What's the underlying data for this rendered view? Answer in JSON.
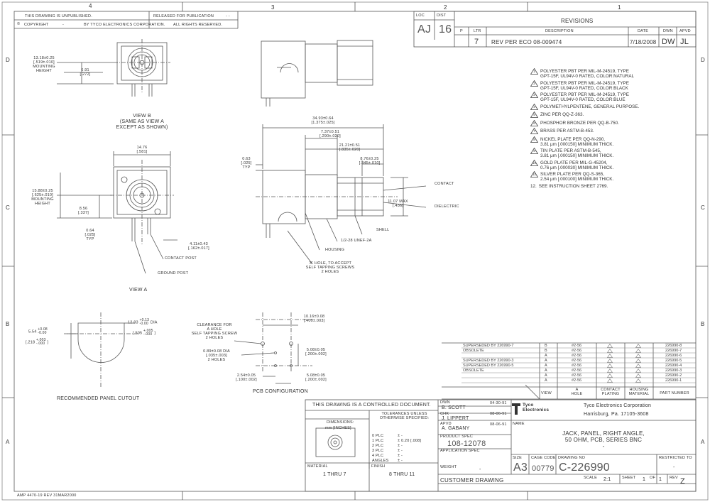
{
  "zones_top": [
    "4",
    "3",
    "2",
    "1"
  ],
  "zones_side": [
    "D",
    "C",
    "B",
    "A"
  ],
  "header": {
    "unpublished": "THIS DRAWING IS UNPUBLISHED.",
    "released": "RELEASED FOR PUBLICATION",
    "release_mark": "- -",
    "copyright": "COPYRIGHT",
    "copyright_dash": "-",
    "by_tyco": "BY TYCO ELECTRONICS CORPORATION.",
    "rights": "ALL RIGHTS RESERVED."
  },
  "revisions": {
    "loc_label": "LOC",
    "dist_label": "DIST",
    "loc": "AJ",
    "dist": "16",
    "title": "REVISIONS",
    "cols": [
      "P",
      "LTR",
      "DESCRIPTION",
      "DATE",
      "DWN",
      "APVD"
    ],
    "rows": [
      {
        "ltr": "7",
        "description": "REV PER ECO 08-009474",
        "date": "7/18/2008",
        "dwn": "DW",
        "apvd": "JL"
      }
    ]
  },
  "notes": [
    {
      "num": "1",
      "flag": true,
      "text": [
        "POLYESTER PBT PER MIL-M-24519, TYPE",
        "GPT-15F, UL94V-0 RATED, COLOR:NATURAL"
      ]
    },
    {
      "num": "2",
      "flag": true,
      "text": [
        "POLYESTER PBT PER MIL-M-24519, TYPE",
        "GPT-15F, UL94V-0 RATED, COLOR:BLACK"
      ]
    },
    {
      "num": "3",
      "flag": true,
      "text": [
        "POLYESTER PBT PER MIL-M-24519, TYPE",
        "GPT-15F, UL94V-0 RATED, COLOR:BLUE"
      ]
    },
    {
      "num": "4",
      "flag": true,
      "text": [
        "POLYMETHYLPENTENE, GENERAL PURPOSE."
      ]
    },
    {
      "num": "5",
      "flag": true,
      "text": [
        "ZINC PER QQ-Z-363."
      ]
    },
    {
      "num": "6",
      "flag": true,
      "text": [
        "PHOSPHOR BRONZE PER QQ-B-750."
      ]
    },
    {
      "num": "7",
      "flag": true,
      "text": [
        "BRASS PER ASTM-B-453."
      ]
    },
    {
      "num": "8",
      "flag": true,
      "text": [
        "NICKEL PLATE PER QQ-N-290,",
        "3.81 μm [.000150] MINIMUM THICK."
      ]
    },
    {
      "num": "9",
      "flag": true,
      "text": [
        "TIN PLATE PER ASTM-B-545,",
        "3.81 μm [.000150] MINIMUM THICK."
      ]
    },
    {
      "num": "10",
      "flag": true,
      "text": [
        "GOLD PLATE PER MIL-G-45204,",
        "0.76 μm [.000030] MINIMUM THICK."
      ]
    },
    {
      "num": "11",
      "flag": true,
      "text": [
        "SILVER PLATE PER QQ-S-365,",
        "2.54 μm [.000100] MINIMUM THICK."
      ]
    },
    {
      "num": "12.",
      "flag": false,
      "text": [
        "SEE INSTRUCTION SHEET 2769."
      ]
    }
  ],
  "views": {
    "view_b": "VIEW B",
    "view_b_sub1": "(SAME AS VIEW A",
    "view_b_sub2": "EXCEPT AS SHOWN)",
    "view_a": "VIEW A",
    "panel": "RECOMMENDED PANEL CUTOUT",
    "pcb": "PCB CONFIGURATION"
  },
  "dims": {
    "b_height1": "13.18±0.25",
    "b_height2": "[.519±.010]",
    "b_height3": "MOUNTING",
    "b_height4": "HEIGHT",
    "b_off1": "6.91",
    "b_off2": "[.272]",
    "a_width1": "14.76",
    "a_width2": "[.581]",
    "a_height1": "15.88±0.25",
    "a_height2": "[.625±.010]",
    "a_height3": "MOUNTING",
    "a_height4": "HEIGHT",
    "a_off1": "8.56",
    "a_off2": "[.337]",
    "a_pin1": "0.64",
    "a_pin2": "[.025]",
    "a_pin3": "TYP",
    "a_tail1": "4.11±0.43",
    "a_tail2": "[.162±.017]",
    "contact_post": "CONTACT POST",
    "ground_post": "GROUND POST",
    "side_len1": "34.93±0.64",
    "side_len2": "[1.375±.025]",
    "side_l2a": "7.37±0.51",
    "side_l2b": "[.290±.020]",
    "side_l3a": "21.21±0.51",
    "side_l3b": "[.835±.020]",
    "side_l4a": "8.76±0.25",
    "side_l4b": "[.345±.010]",
    "side_t1": "0.63",
    "side_t2": "[.025]",
    "side_t3": "TYP",
    "side_max1": "11.07 MAX",
    "side_max2": "[.436]",
    "contact": "CONTACT",
    "dielectric": "DIELECTRIC",
    "shell": "SHELL",
    "thread": "1/2-28 UNEF-2A",
    "housing": "HOUSING",
    "hole1": "'A' HOLE, TO ACCEPT",
    "hole2": "SELF TAPPING SCREWS",
    "hole3": "2 HOLES",
    "pc_d1": "12.83",
    "pc_d1_tol_up": "+0.13",
    "pc_d1_tol_dn": "-0.00",
    "pc_d1_dia": "DIA",
    "pc_d2": "[.505",
    "pc_d2_tol_up": "+.005",
    "pc_d2_tol_dn": "-.000",
    "pc_d2_close": "]",
    "pc_f1": "5.54",
    "pc_f1_tol_up": "+0.08",
    "pc_f1_tol_dn": "-0.00",
    "pc_f2": "[.218",
    "pc_f2_tol_up": "+.003",
    "pc_f2_tol_dn": "-.000",
    "pc_f2_close": "]",
    "pcb_clear1": "CLEARANCE FOR",
    "pcb_clear2": "A HOLE",
    "pcb_clear3": "SELF TAPPING SCREW",
    "pcb_clear4": "2 HOLES",
    "pcb_hole1": "0.89±0.08 DIA",
    "pcb_hole2": "[.035±.003]",
    "pcb_hole3": "2 HOLES",
    "pcb_w1": "10.16±0.08",
    "pcb_w2": "[.400±.003]",
    "pcb_v1": "5.08±0.05",
    "pcb_v2": "[.200±.002]",
    "pcb_h1": "2.54±0.05",
    "pcb_h2": "[.100±.002]",
    "pcb_h3": "5.08±0.05",
    "pcb_h4": "[.200±.002]"
  },
  "partnumbers": {
    "rows": [
      {
        "left": "SUPERSEDED BY 226990-7",
        "ltr": "B",
        "hole": "#2-56",
        "pn": "226990-8"
      },
      {
        "left": "OBSOLETE",
        "ltr": "B",
        "hole": "#2-56",
        "pn": "226990-7"
      },
      {
        "left": "",
        "ltr": "A",
        "hole": "#2-56",
        "pn": "226990-6"
      },
      {
        "left": "SUPERSEDED BY 226990-3",
        "ltr": "A",
        "hole": "#2-56",
        "pn": "226990-5"
      },
      {
        "left": "SUPERSEDED BY 226990-5",
        "ltr": "A",
        "hole": "#2-56",
        "pn": "226990-4"
      },
      {
        "left": "OBSOLETE",
        "ltr": "A",
        "hole": "#2-56",
        "pn": "226990-3"
      },
      {
        "left": "",
        "ltr": "A",
        "hole": "#2-56",
        "pn": "226990-2"
      },
      {
        "left": "",
        "ltr": "A",
        "hole": "#2-56",
        "pn": "226990-1"
      }
    ],
    "h_view": "VIEW",
    "h_hole1": "A",
    "h_hole2": "HOLE",
    "h_contact1": "CONTACT",
    "h_contact2": "PLATING",
    "h_housing1": "HOUSING",
    "h_housing2": "MATERIAL",
    "h_part": "PART NUMBER",
    "dash": "-"
  },
  "titleblock": {
    "controlled": "THIS DRAWING IS A CONTROLLED DOCUMENT.",
    "dwn_label": "DWN",
    "dwn_name": "B. SCOTT",
    "dwn_date": "04-30-91",
    "chk_label": "CHK",
    "chk_name": "J. LIPPERT",
    "chk_date": "08-06-91",
    "apvd_label": "APVD",
    "apvd_name": "A. GABANY",
    "apvd_date": "08-06-91",
    "product_spec_label": "PRODUCT SPEC",
    "product_spec": "108-12078",
    "application_spec_label": "APPLICATION SPEC",
    "weight_label": "WEIGHT",
    "weight": "-",
    "dimensions_label": "DIMENSIONS:",
    "dimensions_unit": "mm [INCHES]",
    "tolerances_label1": "TOLERANCES UNLESS",
    "tolerances_label2": "OTHERWISE SPECIFIED:",
    "tol_rows": [
      {
        "k": "0 PLC",
        "v": "± -"
      },
      {
        "k": "1 PLC",
        "v": "± 0.20 [.008]"
      },
      {
        "k": "2 PLC",
        "v": "± -"
      },
      {
        "k": "3 PLC",
        "v": "± -"
      },
      {
        "k": "4 PLC",
        "v": "± -"
      },
      {
        "k": "ANGLES",
        "v": "± -"
      }
    ],
    "material_label": "MATERIAL",
    "material": "1 THRU 7",
    "finish_label": "FINISH",
    "finish": "8 THRU 11",
    "logo1": "Tyco",
    "logo2": "Electronics",
    "company": "Tyco Electronics Corporation",
    "city": "Harrisburg, Pa. 17105-3608",
    "name_label": "NAME",
    "name1": "JACK, PANEL, RIGHT ANGLE,",
    "name2": "50 OHM, PCB, SERIES BNC",
    "name3": "-",
    "size_label": "SIZE",
    "size": "A3",
    "cage_label": "CAGE CODE",
    "cage": "00779",
    "dwgno_label": "DRAWING NO",
    "dwgno": "C-226990",
    "restricted_label": "RESTRICTED TO",
    "restricted": "-",
    "scale_label": "SCALE",
    "scale": "2:1",
    "sheet_label": "SHEET",
    "sheet": "1",
    "of_label": "OF",
    "sheets": "1",
    "rev_label": "REV",
    "rev": "Z",
    "customer": "CUSTOMER DRAWING"
  },
  "footer": "AMP 4470-19 REV 31MAR2000"
}
